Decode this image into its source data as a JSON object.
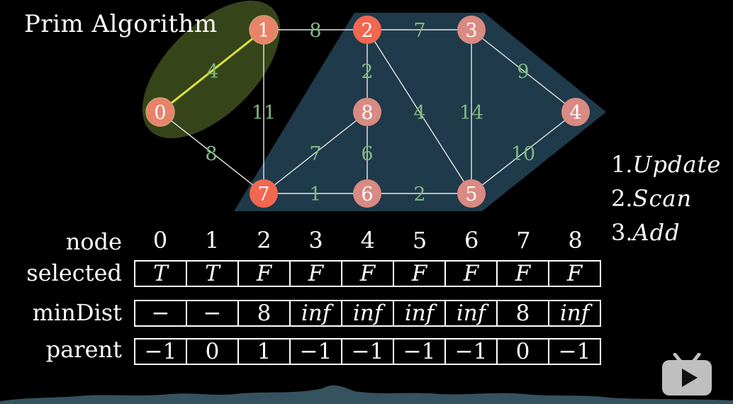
{
  "title": "Prim Algorithm",
  "steps": [
    {
      "num": "1.",
      "label": "Update"
    },
    {
      "num": "2.",
      "label": "Scan"
    },
    {
      "num": "3.",
      "label": "Add"
    }
  ],
  "graph": {
    "nodes": [
      {
        "id": "0",
        "state": "selected"
      },
      {
        "id": "1",
        "state": "selected"
      },
      {
        "id": "2",
        "state": "candidate"
      },
      {
        "id": "3",
        "state": "unvisited"
      },
      {
        "id": "4",
        "state": "unvisited"
      },
      {
        "id": "5",
        "state": "unvisited"
      },
      {
        "id": "6",
        "state": "unvisited"
      },
      {
        "id": "7",
        "state": "candidate"
      },
      {
        "id": "8",
        "state": "unvisited"
      }
    ],
    "edges": [
      {
        "from": "0",
        "to": "1",
        "weight": "4",
        "highlight": true
      },
      {
        "from": "0",
        "to": "7",
        "weight": "8"
      },
      {
        "from": "1",
        "to": "2",
        "weight": "8"
      },
      {
        "from": "1",
        "to": "7",
        "weight": "11"
      },
      {
        "from": "2",
        "to": "3",
        "weight": "7"
      },
      {
        "from": "2",
        "to": "8",
        "weight": "2"
      },
      {
        "from": "2",
        "to": "5",
        "weight": "4"
      },
      {
        "from": "3",
        "to": "4",
        "weight": "9"
      },
      {
        "from": "3",
        "to": "5",
        "weight": "14"
      },
      {
        "from": "4",
        "to": "5",
        "weight": "10"
      },
      {
        "from": "8",
        "to": "7",
        "weight": "7"
      },
      {
        "from": "8",
        "to": "6",
        "weight": "6"
      },
      {
        "from": "7",
        "to": "6",
        "weight": "1"
      },
      {
        "from": "6",
        "to": "5",
        "weight": "2"
      }
    ]
  },
  "table": {
    "row_labels": {
      "node": "node",
      "selected": "selected",
      "minDist": "minDist",
      "parent": "parent"
    },
    "nodes": [
      "0",
      "1",
      "2",
      "3",
      "4",
      "5",
      "6",
      "7",
      "8"
    ],
    "selected": [
      "T",
      "T",
      "F",
      "F",
      "F",
      "F",
      "F",
      "F",
      "F"
    ],
    "minDist": [
      "−",
      "−",
      "8",
      "inf",
      "inf",
      "inf",
      "inf",
      "8",
      "inf"
    ],
    "parent": [
      "−1",
      "0",
      "1",
      "−1",
      "−1",
      "−1",
      "−1",
      "0",
      "−1"
    ]
  },
  "colors": {
    "selected_node": "#e8836a",
    "candidate_node": "#f2674f",
    "unvisited_node": "#d98a82",
    "edge": "#e8e8e8",
    "highlight_edge": "#dde23a",
    "weight_text": "#7fb87f",
    "selected_region": "#3b4a1c",
    "unvisited_region": "#1f3a4a",
    "waveform": "#35525f"
  },
  "icon": "player-logo-icon"
}
